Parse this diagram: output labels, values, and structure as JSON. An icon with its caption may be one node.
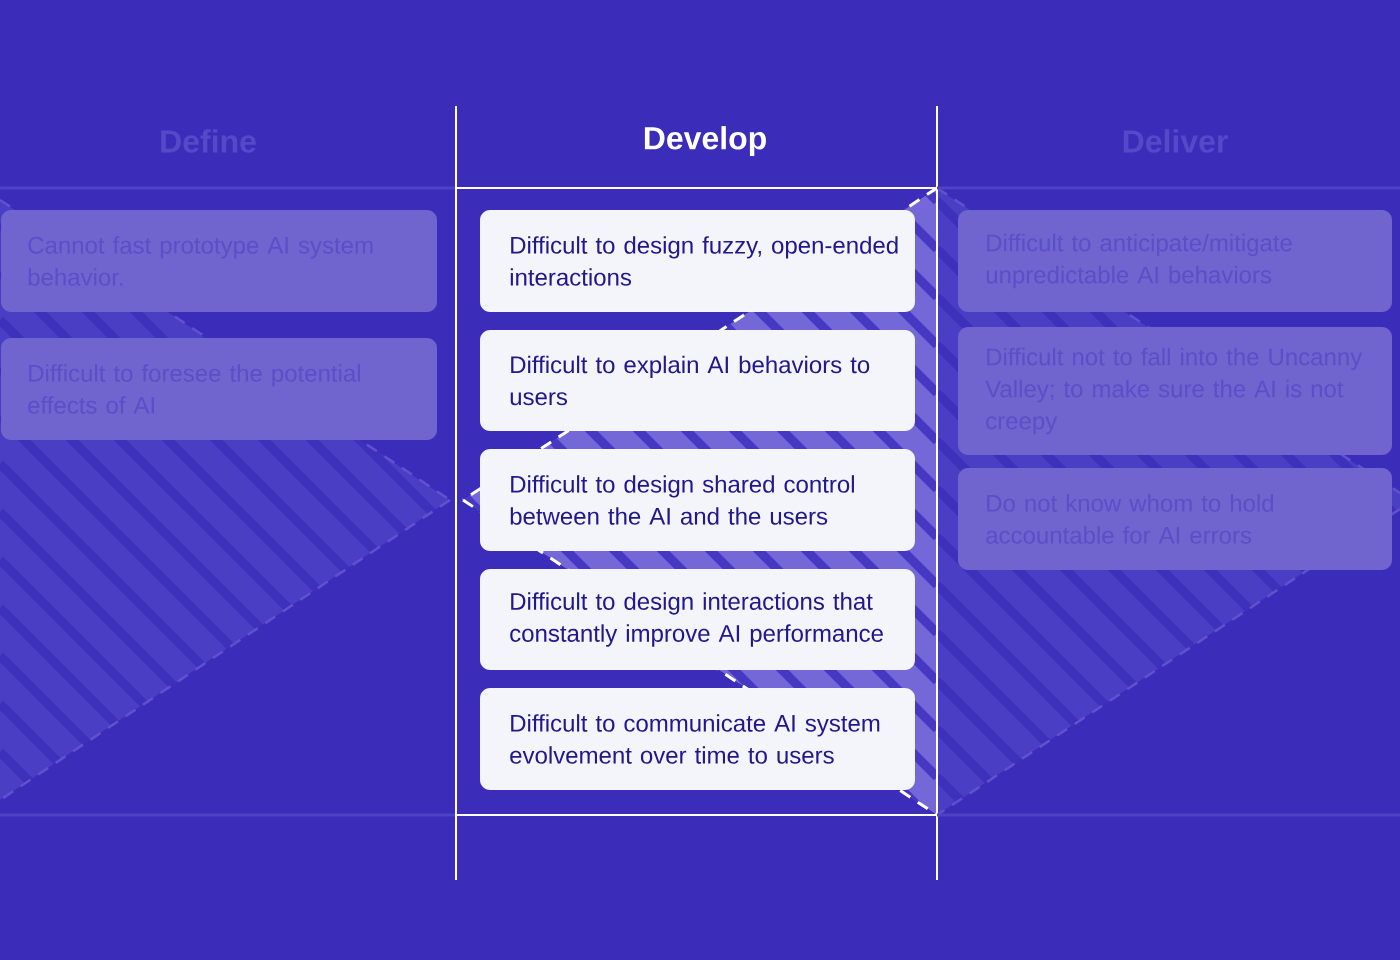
{
  "diagram": {
    "nodes": [
      {
        "text": [
          "Define"
        ]
      },
      {
        "text": [
          "Cannot fast prototype AI system behavior."
        ],
        "in": 0
      },
      {
        "text": [
          "Difficult to foresee the potential effects of AI"
        ],
        "in": 0
      },
      {
        "text": [
          "Develop"
        ]
      },
      {
        "text": [
          "Difficult to design fuzzy, open-ended interactions"
        ],
        "in": 3
      },
      {
        "text": [
          "Difficult to explain AI behaviors to users"
        ],
        "in": 3
      },
      {
        "text": [
          "Difficult to design shared control between the AI and the users"
        ],
        "in": 3
      },
      {
        "text": [
          "Difficult to design interactions that constantly improve AI performance"
        ],
        "in": 3
      },
      {
        "text": [
          "Difficult to communicate AI system evolvement over time to users"
        ],
        "in": 3
      },
      {
        "text": [
          "Deliver"
        ]
      },
      {
        "text": [
          "Difficult to anticipate/mitigate unpredictable AI behaviors"
        ],
        "in": 9
      },
      {
        "text": [
          "Difficult not to fall into the Uncanny Valley; to make sure the AI is not creepy"
        ],
        "in": 9
      },
      {
        "text": [
          "Do not know whom to hold accountable for AI errors"
        ],
        "in": 9
      }
    ]
  }
}
